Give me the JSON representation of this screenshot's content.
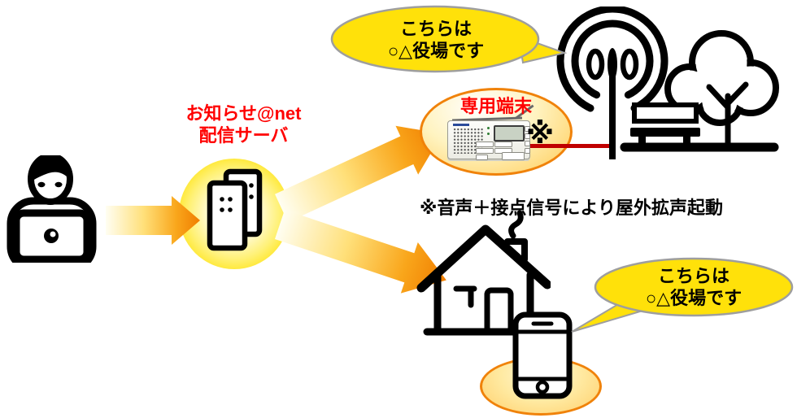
{
  "diagram": {
    "server_label": {
      "line1": "お知らせ@net",
      "line2": "配信サーバ"
    },
    "terminal_label": "専用端末",
    "terminal_note_mark": "※",
    "outdoor_note": "※音声＋接点信号により屋外拡声起動",
    "bubble_top": {
      "line1": "こちらは",
      "line2": "○△役場です"
    },
    "bubble_bottom": {
      "line1": "こちらは",
      "line2": "○△役場です"
    }
  },
  "colors": {
    "label_red": "#FF0000",
    "bubble_yellow": "#FFE10A",
    "bubble_border_gray": "#9E9E9E",
    "arrow_orange_dark": "#F07D00",
    "arrow_light": "#FFFEF2",
    "glow_yellow": "#FFE100",
    "ellipse_border_orange": "#F0820A",
    "signal_line_red": "#C00000",
    "icon_black": "#000000"
  },
  "icons": {
    "sender": "person-at-laptop-icon",
    "server": "office-buildings-icon",
    "terminal": "radio-receiver-icon",
    "outdoor": [
      "broadcast-antenna-icon",
      "park-bench-icon",
      "tree-icon"
    ],
    "household": [
      "house-icon",
      "smartphone-icon"
    ]
  }
}
